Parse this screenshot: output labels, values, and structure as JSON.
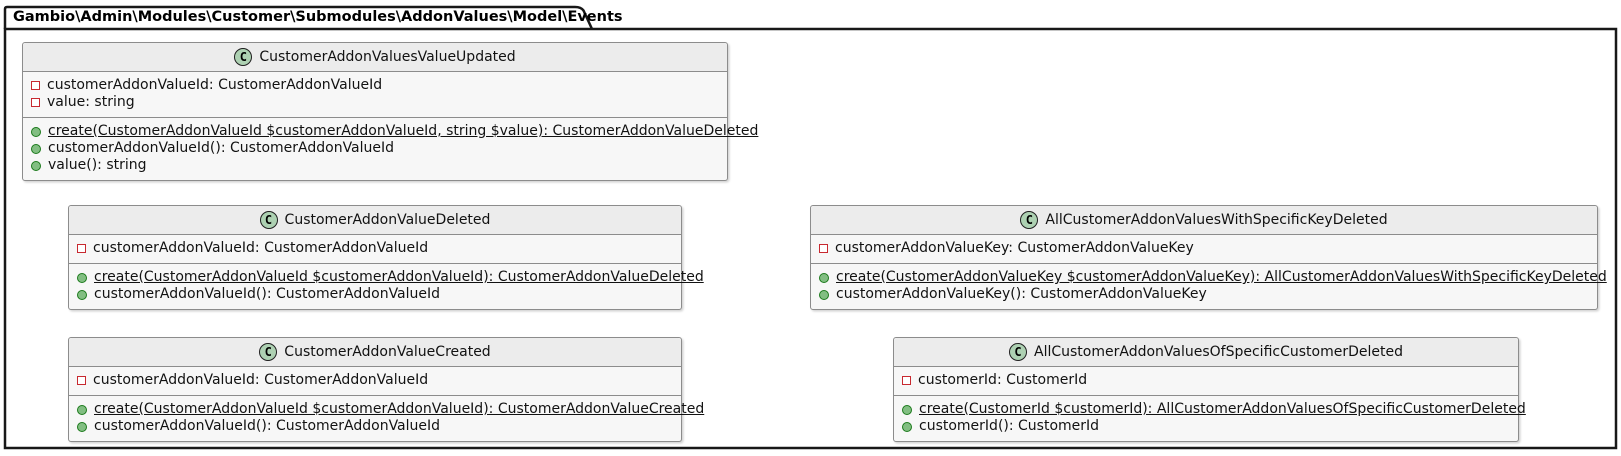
{
  "package": {
    "title": "Gambio\\Admin\\Modules\\Customer\\Submodules\\AddonValues\\Model\\Events"
  },
  "colors": {
    "package_border": "#181818",
    "box_border": "#8c8c8c",
    "header_bg": "#ececec",
    "body_bg": "#f7f7f7",
    "spot_bg": "#ADD1B2",
    "spot_border": "#1f1f1f",
    "field_color": "#C82930",
    "method_fill": "#82BE82",
    "method_border": "#1B7A1B"
  },
  "classes": [
    {
      "stereotype": "C",
      "name": "CustomerAddonValuesValueUpdated",
      "fields": [
        "customerAddonValueId: CustomerAddonValueId",
        "value: string"
      ],
      "methods": [
        {
          "text": "create(CustomerAddonValueId $customerAddonValueId, string $value): CustomerAddonValueDeleted",
          "static": true
        },
        {
          "text": "customerAddonValueId(): CustomerAddonValueId",
          "static": false
        },
        {
          "text": "value(): string",
          "static": false
        }
      ]
    },
    {
      "stereotype": "C",
      "name": "CustomerAddonValueDeleted",
      "fields": [
        "customerAddonValueId: CustomerAddonValueId"
      ],
      "methods": [
        {
          "text": "create(CustomerAddonValueId $customerAddonValueId): CustomerAddonValueDeleted",
          "static": true
        },
        {
          "text": "customerAddonValueId(): CustomerAddonValueId",
          "static": false
        }
      ]
    },
    {
      "stereotype": "C",
      "name": "AllCustomerAddonValuesWithSpecificKeyDeleted",
      "fields": [
        "customerAddonValueKey: CustomerAddonValueKey"
      ],
      "methods": [
        {
          "text": "create(CustomerAddonValueKey $customerAddonValueKey): AllCustomerAddonValuesWithSpecificKeyDeleted",
          "static": true
        },
        {
          "text": "customerAddonValueKey(): CustomerAddonValueKey",
          "static": false
        }
      ]
    },
    {
      "stereotype": "C",
      "name": "CustomerAddonValueCreated",
      "fields": [
        "customerAddonValueId: CustomerAddonValueId"
      ],
      "methods": [
        {
          "text": "create(CustomerAddonValueId $customerAddonValueId): CustomerAddonValueCreated",
          "static": true
        },
        {
          "text": "customerAddonValueId(): CustomerAddonValueId",
          "static": false
        }
      ]
    },
    {
      "stereotype": "C",
      "name": "AllCustomerAddonValuesOfSpecificCustomerDeleted",
      "fields": [
        "customerId: CustomerId"
      ],
      "methods": [
        {
          "text": "create(CustomerId $customerId): AllCustomerAddonValuesOfSpecificCustomerDeleted",
          "static": true
        },
        {
          "text": "customerId(): CustomerId",
          "static": false
        }
      ]
    }
  ]
}
